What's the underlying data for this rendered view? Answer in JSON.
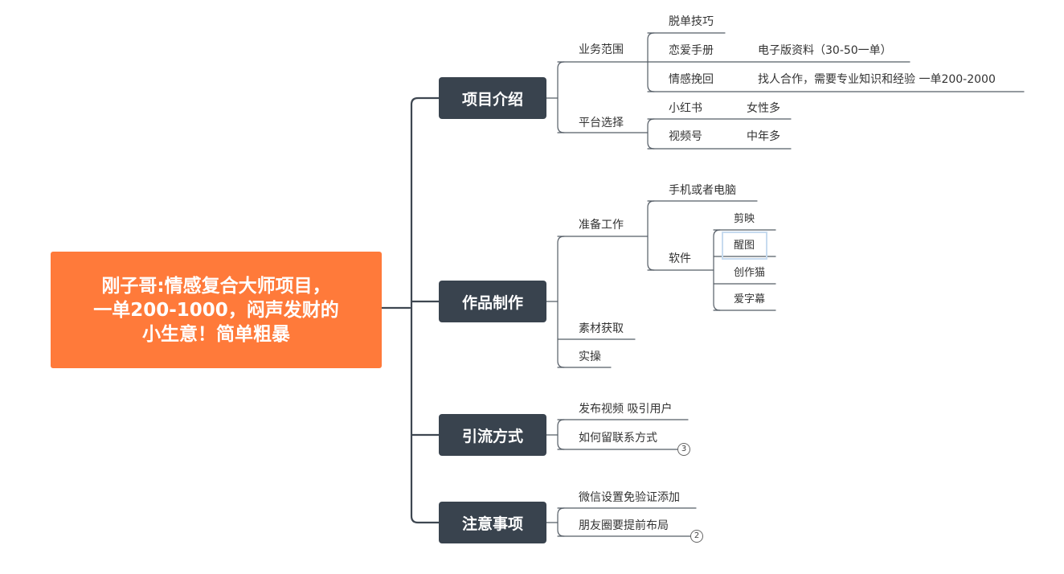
{
  "root": {
    "title_lines": [
      "刚子哥:情感复合大师项目，",
      "一单200-1000，闷声发财的",
      "小生意！简单粗暴"
    ]
  },
  "branches": {
    "intro": {
      "title": "项目介绍",
      "scope": {
        "label": "业务范围",
        "items": [
          {
            "label": "脱单技巧",
            "note": ""
          },
          {
            "label": "恋爱手册",
            "note": "电子版资料（30-50一单）"
          },
          {
            "label": "情感挽回",
            "note": "找人合作，需要专业知识和经验  一单200-2000"
          }
        ]
      },
      "platform": {
        "label": "平台选择",
        "items": [
          {
            "label": "小红书",
            "note": "女性多"
          },
          {
            "label": "视频号",
            "note": "中年多"
          }
        ]
      }
    },
    "production": {
      "title": "作品制作",
      "prep": {
        "label": "准备工作",
        "device": "手机或者电脑",
        "software": {
          "label": "软件",
          "items": [
            "剪映",
            "醒图",
            "创作猫",
            "爱字幕"
          ]
        }
      },
      "material": "素材获取",
      "practice": "实操"
    },
    "traffic": {
      "title": "引流方式",
      "items": [
        "发布视频 吸引用户",
        "如何留联系方式"
      ],
      "badge": "3"
    },
    "notes": {
      "title": "注意事项",
      "items": [
        "微信设置免验证添加",
        "朋友圈要提前布局"
      ],
      "badge": "2"
    }
  }
}
